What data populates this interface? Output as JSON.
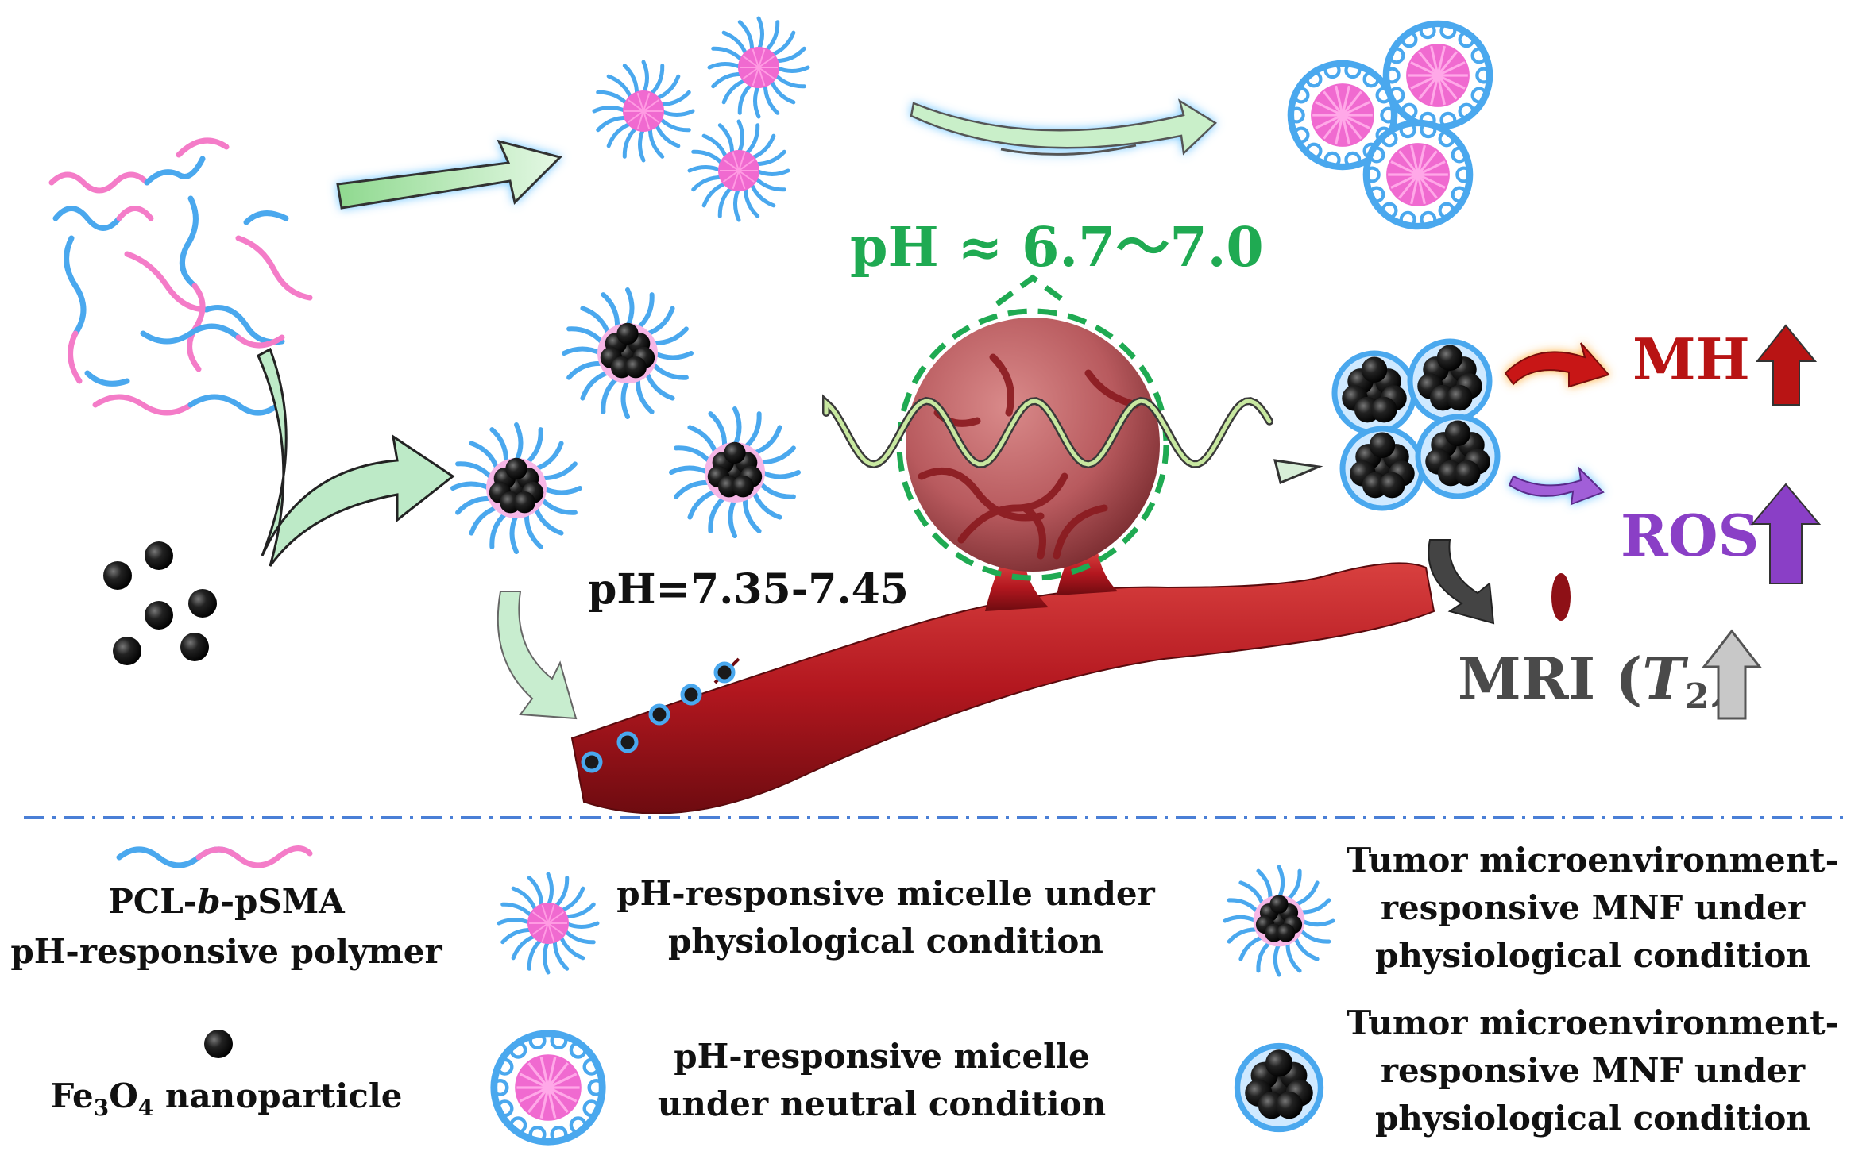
{
  "labels": {
    "ph_tumor": "pH ≈ 6.7～7.0",
    "ph_blood": "pH=7.35-7.45",
    "mh": "MH",
    "ros": "ROS",
    "mri_prefix": "MRI (",
    "mri_t": "T",
    "mri_sub": "2",
    "mri_suffix": ")"
  },
  "legend": {
    "polymer_line1": "PCL-b-pSMA",
    "polymer_line1_pre": "PCL-",
    "polymer_line1_italic": "b",
    "polymer_line1_post": "-pSMA",
    "polymer_line2": "pH-responsive polymer",
    "np_pre": "Fe",
    "np_sub1": "3",
    "np_mid": "O",
    "np_sub2": "4",
    "np_post": " nanoparticle",
    "micelle_phys_line1": "pH-responsive micelle under",
    "micelle_phys_line2": "physiological condition",
    "micelle_neutral_line1": "pH-responsive micelle",
    "micelle_neutral_line2": "under neutral condition",
    "mnf_phys_line1": "Tumor microenvironment-",
    "mnf_phys_line2": "responsive MNF under",
    "mnf_phys_line3": "physiological condition",
    "mnf_agg_line1": "Tumor microenvironment-",
    "mnf_agg_line2": "responsive MNF under",
    "mnf_agg_line3": "physiological condition"
  },
  "colors": {
    "pcl_pink": "#f47cc8",
    "psma_blue": "#4aa8ee",
    "micelle_core": "#f06ad0",
    "nanoparticle": "#1a1a1a",
    "arrow_green": "#a8e6b0",
    "tumor_green": "#1faa52",
    "vessel_red": "#b3171f",
    "mh_red": "#b81414",
    "ros_purple": "#8a3fc6",
    "mri_gray": "#4a4a4a",
    "divider_blue": "#4a7fd6"
  }
}
